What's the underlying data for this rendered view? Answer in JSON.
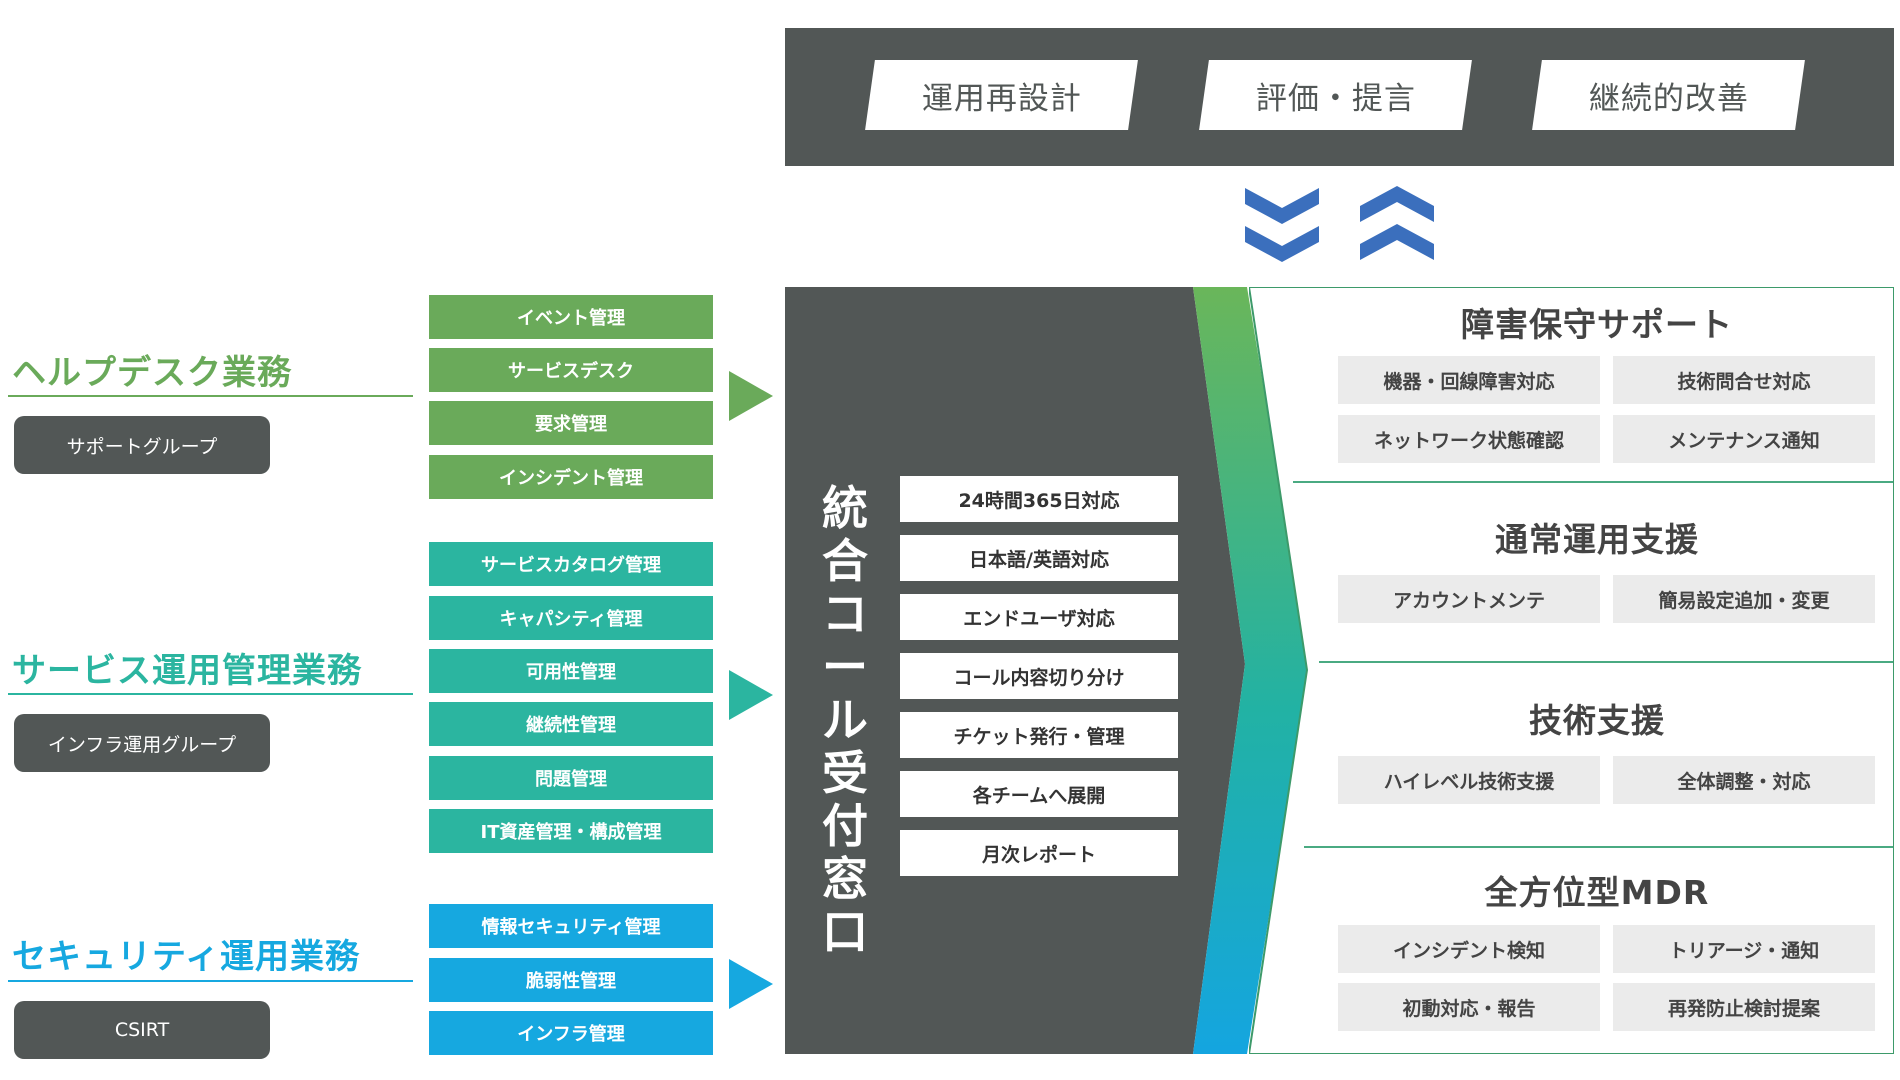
{
  "top": {
    "items": [
      "運用再設計",
      "評価・提言",
      "継続的改善"
    ]
  },
  "categories": [
    {
      "title": "ヘルプデスク業務",
      "group": "サポートグループ",
      "color": "#6aaa5a",
      "tasks": [
        "イベント管理",
        "サービスデスク",
        "要求管理",
        "インシデント管理"
      ]
    },
    {
      "title": "サービス運用管理業務",
      "group": "インフラ運用グループ",
      "color": "#2bb5a0",
      "tasks": [
        "サービスカタログ管理",
        "キャパシティ管理",
        "可用性管理",
        "継続性管理",
        "問題管理",
        "IT資産管理・構成管理"
      ]
    },
    {
      "title": "セキュリティ運用業務",
      "group": "CSIRT",
      "color": "#16a8e0",
      "tasks": [
        "情報セキュリティ管理",
        "脆弱性管理",
        "インフラ管理"
      ]
    }
  ],
  "center": {
    "title": "統合コール受付窓口",
    "services": [
      "24時間365日対応",
      "日本語/英語対応",
      "エンドユーザ対応",
      "コール内容切り分け",
      "チケット発行・管理",
      "各チームへ展開",
      "月次レポート"
    ]
  },
  "support": [
    {
      "title": "障害保守サポート",
      "items": [
        "機器・回線障害対応",
        "技術問合せ対応",
        "ネットワーク状態確認",
        "メンテナンス通知"
      ]
    },
    {
      "title": "通常運用支援",
      "items": [
        "アカウントメンテ",
        "簡易設定追加・変更"
      ]
    },
    {
      "title": "技術支援",
      "items": [
        "ハイレベル技術支援",
        "全体調整・対応"
      ]
    },
    {
      "title": "全方位型MDR",
      "items": [
        "インシデント検知",
        "トリアージ・通知",
        "初動対応・報告",
        "再発防止検討提案"
      ]
    }
  ],
  "colors": {
    "dark": "#525756",
    "chevron": "#3b6fbd",
    "green": "#6aaa5a",
    "teal": "#2bb5a0",
    "blue": "#16a8e0"
  }
}
